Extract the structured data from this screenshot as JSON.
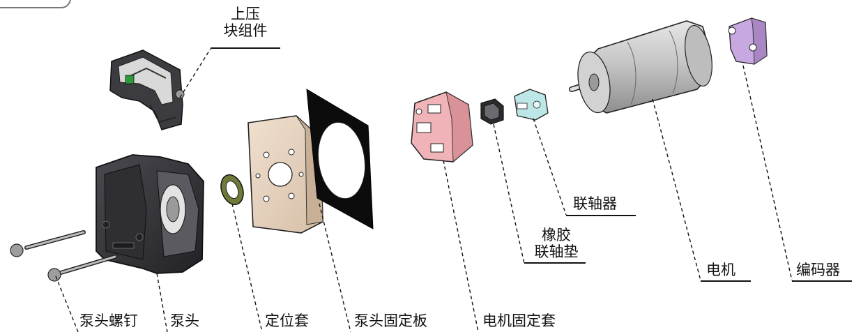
{
  "diagram": {
    "labels": {
      "upper_block": [
        "上压",
        "块组件"
      ],
      "pump_head_screw": "泵头螺钉",
      "pump_head": "泵头",
      "locating_sleeve": "定位套",
      "pump_head_plate": "泵头固定板",
      "motor_mount": "电机固定套",
      "rubber_coupling_pad": [
        "橡胶",
        "联轴垫"
      ],
      "coupling": "联轴器",
      "motor": "电机",
      "encoder": "编码器"
    },
    "colors": {
      "line": "#111111",
      "pump_body": "#3a3a3e",
      "plate_beige": "#e8d4c0",
      "gasket_black": "#0c0c0c",
      "mount_pink": "#f0b4b8",
      "coupling_teal": "#bde6e6",
      "motor_gray": "#c9c9c9",
      "encoder_lavender": "#c8a8e0"
    }
  }
}
